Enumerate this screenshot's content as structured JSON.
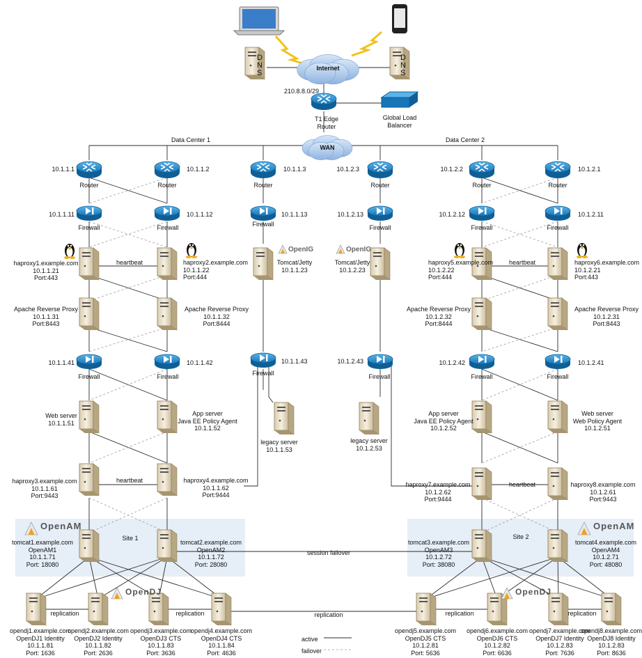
{
  "top": {
    "internet": "Internet",
    "wan_subnet": "210.8.8.0/29",
    "edge_router": [
      "T1 Edge",
      "Router"
    ],
    "glb": [
      "Global Load",
      "Balancer"
    ],
    "wan": "WAN",
    "dns_letters": [
      "D",
      "N",
      "S"
    ]
  },
  "dc1": {
    "name": "Data Center 1",
    "routers": [
      "10.1.1.1",
      "10.1.1.2",
      "10.1.1.3"
    ],
    "firewalls_a": [
      "10.1.1.11",
      "10.1.1.12",
      "10.1.1.13"
    ],
    "firewalls_b": [
      "10.1.1.41",
      "10.1.1.42",
      "10.1.1.43"
    ],
    "haproxy1": [
      "haproxy1.example.com",
      "10.1.1.21",
      "Port:443"
    ],
    "haproxy2": [
      "haproxy2.example.com",
      "10.1.1.22",
      "Port:444"
    ],
    "arp1": [
      "Apache Reverse Proxy",
      "10.1.1.31",
      "Port:8443"
    ],
    "arp2": [
      "Apache Reverse Proxy",
      "10.1.1.32",
      "Port:8444"
    ],
    "web": [
      "Web server",
      "10.1.1.51"
    ],
    "app": [
      "App server",
      "Java EE Policy Agent",
      "10.1.1.52"
    ],
    "haproxy3": [
      "haproxy3.example.com",
      "10.1.1.61",
      "Port:9443"
    ],
    "haproxy4": [
      "haproxy4.example.com",
      "10.1.1.62",
      "Port:9444"
    ],
    "openig": [
      "Tomcat/Jetty",
      "10.1.1.23"
    ],
    "legacy": [
      "legacy server",
      "10.1.1.53"
    ],
    "site": "Site 1",
    "tomcat1": [
      "tomcat1.example.com",
      "OpenAM1",
      "10.1.1.71",
      "Port: 18080"
    ],
    "tomcat2": [
      "tomcat2.example.com",
      "OpenAM2",
      "10.1.1.72",
      "Port: 28080"
    ],
    "opendj1": [
      "opendj1.example.com",
      "OpenDJ1 Identity",
      "10.1.1.81",
      "Port: 1636"
    ],
    "opendj2": [
      "opendj2.example.com",
      "OpenDJ2 Identity",
      "10.1.1.82",
      "Port: 2636"
    ],
    "opendj3": [
      "opendj3.example.com",
      "OpenDJ3 CTS",
      "10.1.1.83",
      "Port: 3636"
    ],
    "opendj4": [
      "opendj4.example.com",
      "OpenDJ4 CTS",
      "10.1.1.84",
      "Port: 4636"
    ]
  },
  "dc2": {
    "name": "Data Center 2",
    "routers": [
      "10.1.2.3",
      "10.1.2.2",
      "10.1.2.1"
    ],
    "firewalls_a": [
      "10.1.2.13",
      "10.1.2.12",
      "10.1.2.11"
    ],
    "firewalls_b": [
      "10.1.2.43",
      "10.1.2.42",
      "10.1.2.41"
    ],
    "haproxy5": [
      "haproxy5.example.com",
      "10.1.2.22",
      "Port:444"
    ],
    "haproxy6": [
      "haproxy6.example.com",
      "10.1.2.21",
      "Port:443"
    ],
    "arp1": [
      "Apache Reverse Proxy",
      "10.1.2.32",
      "Port:8444"
    ],
    "arp2": [
      "Apache Reverse Proxy",
      "10.1.2.31",
      "Port:8443"
    ],
    "app": [
      "App server",
      "Java EE Policy Agent",
      "10.1.2.52"
    ],
    "web": [
      "Web server",
      "Web Policy Agent",
      "10.1.2.51"
    ],
    "haproxy7": [
      "haproxy7.example.com",
      "10.1.2.62",
      "Port:9444"
    ],
    "haproxy8": [
      "haproxy8.example.com",
      "10.1.2.61",
      "Port:9443"
    ],
    "openig": [
      "Tomcat/Jetty",
      "10.1.2.23"
    ],
    "legacy": [
      "legacy server",
      "10.1.2.53"
    ],
    "site": "Site 2",
    "tomcat3": [
      "tomcat3.example.com",
      "OpenAM3",
      "10.1.2.72",
      "Port: 38080"
    ],
    "tomcat4": [
      "tomcat4.example.com",
      "OpenAM4",
      "10.1.2.71",
      "Port: 48080"
    ],
    "opendj5": [
      "opendj5.example.com",
      "OpenDJ5 CTS",
      "10.1.2.81",
      "Port: 5636"
    ],
    "opendj6": [
      "opendj6.example.com",
      "OpenDJ6 CTS",
      "10.1.2.82",
      "Port: 6636"
    ],
    "opendj7": [
      "opendj7.example.com",
      "OpenDJ7 Identity",
      "10.1.2.83",
      "Port: 7636"
    ],
    "opendj8": [
      "opendj8.example.com",
      "OpenDJ8 Identity",
      "10.1.2.83",
      "Port: 8636"
    ]
  },
  "common": {
    "router": "Router",
    "firewall": "Firewall",
    "heartbeat": "heartbeat",
    "replication": "replication",
    "session_failover": "session failover",
    "openam_logo": "OpenAM",
    "opendj_logo": "OpenDJ",
    "openig_logo": "OpenIG"
  },
  "legend": {
    "active": "active",
    "failover": "failover"
  },
  "colors": {
    "router_blue": "#1f86c8",
    "site_bg": "#e6eef7",
    "cloud": "#a9c6ea",
    "server_beige": "#efe5cf",
    "logo_orange": "#f0a020"
  }
}
